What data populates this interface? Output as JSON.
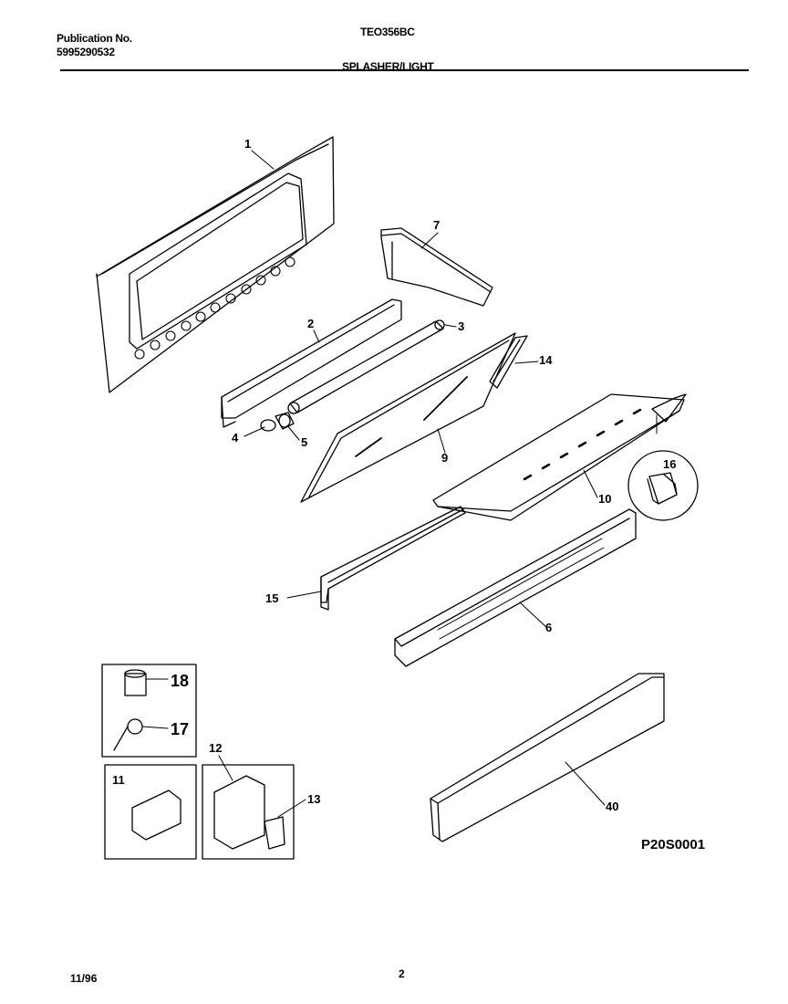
{
  "header": {
    "publication_label": "Publication No.",
    "publication_number": "5995290532",
    "model": "TEO356BC",
    "section_title": "SPLASHER/LIGHT"
  },
  "diagram": {
    "code": "P20S0001",
    "callouts": [
      "1",
      "2",
      "3",
      "4",
      "5",
      "6",
      "7",
      "9",
      "10",
      "11",
      "12",
      "13",
      "14",
      "15",
      "16",
      "17",
      "18",
      "40"
    ]
  },
  "footer": {
    "date": "11/96",
    "page_number": "2"
  }
}
